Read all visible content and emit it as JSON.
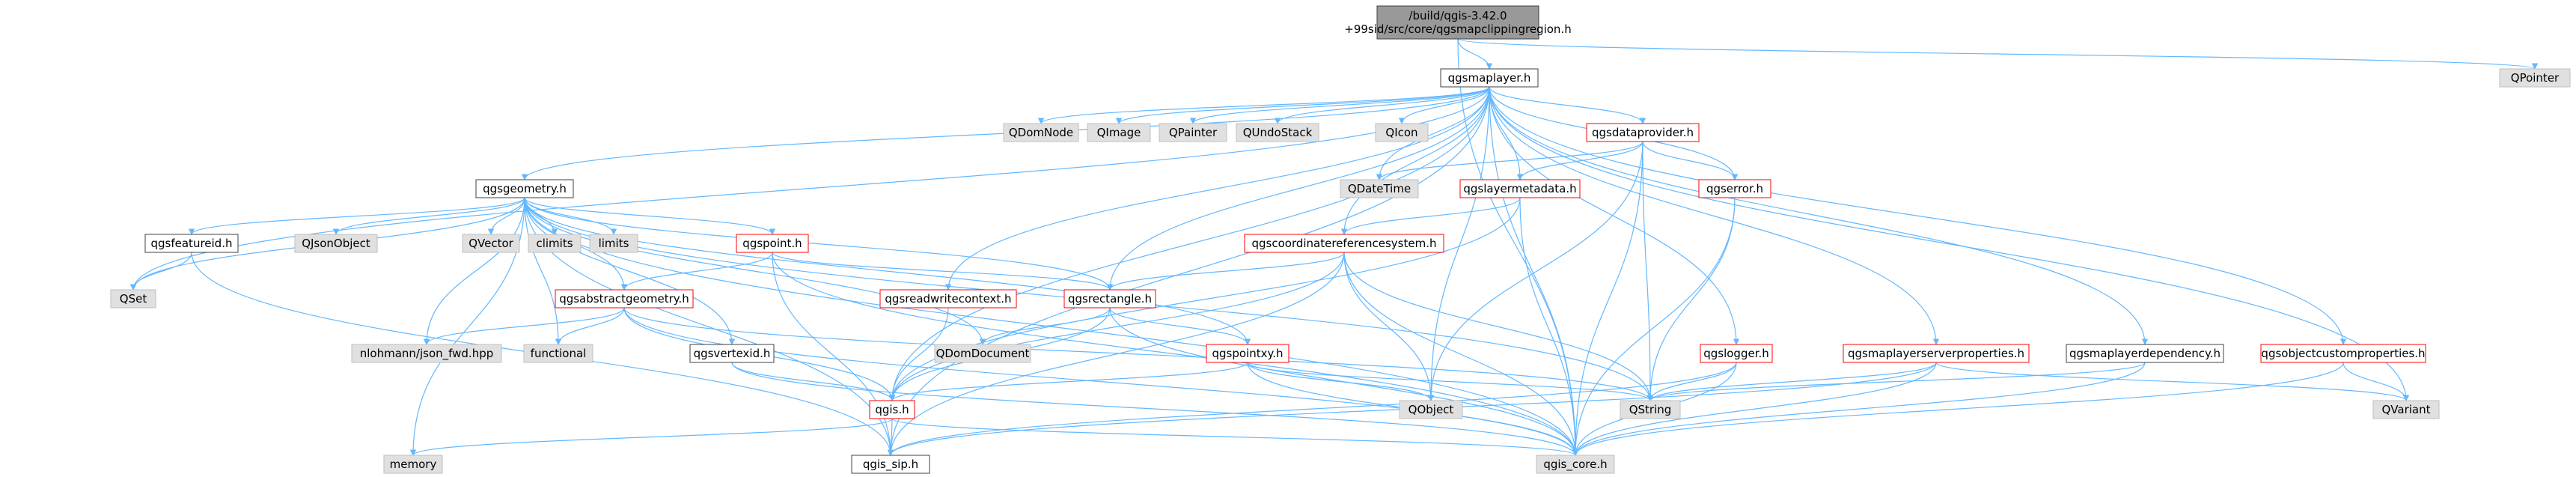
{
  "diagram": {
    "colors": {
      "edge": "#63b8ff",
      "edge_red": "#b22222",
      "edge_gray": "#b0b0b0",
      "node_fill_white": "#ffffff",
      "node_fill_gray": "#e0e0e0",
      "node_fill_root": "#999999",
      "border_black": "#404040",
      "border_red": "#ff0000",
      "border_gray": "#bfbfbf"
    },
    "nodes": [
      {
        "id": "root",
        "lines": [
          "/build/qgis-3.42.0",
          "+99sid/src/core/qgsmapclippingregion.h"
        ],
        "style": "root"
      },
      {
        "id": "qgsmaplayer",
        "lines": [
          "qgsmaplayer.h"
        ],
        "style": "white"
      },
      {
        "id": "QPointer",
        "lines": [
          "QPointer"
        ],
        "style": "gray"
      },
      {
        "id": "qgsgeometry",
        "lines": [
          "qgsgeometry.h"
        ],
        "style": "white"
      },
      {
        "id": "QDomNode",
        "lines": [
          "QDomNode"
        ],
        "style": "gray"
      },
      {
        "id": "QImage",
        "lines": [
          "QImage"
        ],
        "style": "gray"
      },
      {
        "id": "QPainter",
        "lines": [
          "QPainter"
        ],
        "style": "gray"
      },
      {
        "id": "QUndoStack",
        "lines": [
          "QUndoStack"
        ],
        "style": "gray"
      },
      {
        "id": "QIcon",
        "lines": [
          "QIcon"
        ],
        "style": "gray"
      },
      {
        "id": "qgsdataprovider",
        "lines": [
          "qgsdataprovider.h"
        ],
        "style": "red"
      },
      {
        "id": "QDateTime",
        "lines": [
          "QDateTime"
        ],
        "style": "gray"
      },
      {
        "id": "qgslayermetadata",
        "lines": [
          "qgslayermetadata.h"
        ],
        "style": "red"
      },
      {
        "id": "qgserror",
        "lines": [
          "qgserror.h"
        ],
        "style": "red"
      },
      {
        "id": "qgscrs",
        "lines": [
          "qgscoordinatereferencesystem.h"
        ],
        "style": "red"
      },
      {
        "id": "qgsfeatureid",
        "lines": [
          "qgsfeatureid.h"
        ],
        "style": "white"
      },
      {
        "id": "QJsonObject",
        "lines": [
          "QJsonObject"
        ],
        "style": "gray"
      },
      {
        "id": "QVector",
        "lines": [
          "QVector"
        ],
        "style": "gray"
      },
      {
        "id": "climits",
        "lines": [
          "climits"
        ],
        "style": "gray"
      },
      {
        "id": "limits",
        "lines": [
          "limits"
        ],
        "style": "gray"
      },
      {
        "id": "qgspoint",
        "lines": [
          "qgspoint.h"
        ],
        "style": "red"
      },
      {
        "id": "qgsreadwritecontext",
        "lines": [
          "qgsreadwritecontext.h"
        ],
        "style": "red"
      },
      {
        "id": "qgsrectangle",
        "lines": [
          "qgsrectangle.h"
        ],
        "style": "red"
      },
      {
        "id": "QSet",
        "lines": [
          "QSet"
        ],
        "style": "gray"
      },
      {
        "id": "qgsabstractgeometry",
        "lines": [
          "qgsabstractgeometry.h"
        ],
        "style": "red"
      },
      {
        "id": "nlohmann",
        "lines": [
          "nlohmann/json_fwd.hpp"
        ],
        "style": "gray"
      },
      {
        "id": "functional",
        "lines": [
          "functional"
        ],
        "style": "gray"
      },
      {
        "id": "qgsvertexid",
        "lines": [
          "qgsvertexid.h"
        ],
        "style": "white"
      },
      {
        "id": "QDomDocument",
        "lines": [
          "QDomDocument"
        ],
        "style": "gray"
      },
      {
        "id": "qgspointxy",
        "lines": [
          "qgspointxy.h"
        ],
        "style": "red"
      },
      {
        "id": "qgslogger",
        "lines": [
          "qgslogger.h"
        ],
        "style": "red"
      },
      {
        "id": "qgsmaplayerserverproperties",
        "lines": [
          "qgsmaplayerserverproperties.h"
        ],
        "style": "red"
      },
      {
        "id": "qgsmaplayerdependency",
        "lines": [
          "qgsmaplayerdependency.h"
        ],
        "style": "white"
      },
      {
        "id": "qgsobjectcustomproperties",
        "lines": [
          "qgsobjectcustomproperties.h"
        ],
        "style": "red"
      },
      {
        "id": "qgis",
        "lines": [
          "qgis.h"
        ],
        "style": "red"
      },
      {
        "id": "QObject",
        "lines": [
          "QObject"
        ],
        "style": "gray"
      },
      {
        "id": "QString",
        "lines": [
          "QString"
        ],
        "style": "gray"
      },
      {
        "id": "QVariant",
        "lines": [
          "QVariant"
        ],
        "style": "gray"
      },
      {
        "id": "memory",
        "lines": [
          "memory"
        ],
        "style": "gray"
      },
      {
        "id": "qgis_sip",
        "lines": [
          "qgis_sip.h"
        ],
        "style": "white"
      },
      {
        "id": "qgis_core",
        "lines": [
          "qgis_core.h"
        ],
        "style": "gray"
      }
    ],
    "edges": [
      [
        "root",
        "qgsmaplayer"
      ],
      [
        "root",
        "QPointer"
      ],
      [
        "root",
        "qgis_core"
      ],
      [
        "qgsmaplayer",
        "qgsgeometry"
      ],
      [
        "qgsmaplayer",
        "QDomNode"
      ],
      [
        "qgsmaplayer",
        "QImage"
      ],
      [
        "qgsmaplayer",
        "QPainter"
      ],
      [
        "qgsmaplayer",
        "QUndoStack"
      ],
      [
        "qgsmaplayer",
        "QIcon"
      ],
      [
        "qgsmaplayer",
        "qgsdataprovider"
      ],
      [
        "qgsmaplayer",
        "QDateTime"
      ],
      [
        "qgsmaplayer",
        "qgslayermetadata"
      ],
      [
        "qgsmaplayer",
        "qgserror"
      ],
      [
        "qgsmaplayer",
        "qgscrs"
      ],
      [
        "qgsmaplayer",
        "qgsreadwritecontext"
      ],
      [
        "qgsmaplayer",
        "qgsrectangle"
      ],
      [
        "qgsmaplayer",
        "QSet"
      ],
      [
        "qgsmaplayer",
        "qgslogger"
      ],
      [
        "qgsmaplayer",
        "qgsmaplayerserverproperties"
      ],
      [
        "qgsmaplayer",
        "qgsmaplayerdependency"
      ],
      [
        "qgsmaplayer",
        "qgsobjectcustomproperties"
      ],
      [
        "qgsmaplayer",
        "QObject"
      ],
      [
        "qgsmaplayer",
        "QVariant"
      ],
      [
        "qgsmaplayer",
        "qgis"
      ],
      [
        "qgsmaplayer",
        "qgis_sip"
      ],
      [
        "qgsmaplayer",
        "qgis_core"
      ],
      [
        "qgsgeometry",
        "qgsfeatureid"
      ],
      [
        "qgsgeometry",
        "QJsonObject"
      ],
      [
        "qgsgeometry",
        "QVector"
      ],
      [
        "qgsgeometry",
        "climits"
      ],
      [
        "qgsgeometry",
        "limits"
      ],
      [
        "qgsgeometry",
        "qgspoint"
      ],
      [
        "qgsgeometry",
        "QSet"
      ],
      [
        "qgsgeometry",
        "qgsabstractgeometry"
      ],
      [
        "qgsgeometry",
        "nlohmann"
      ],
      [
        "qgsgeometry",
        "functional"
      ],
      [
        "qgsgeometry",
        "qgsvertexid"
      ],
      [
        "qgsgeometry",
        "QDomDocument"
      ],
      [
        "qgsgeometry",
        "qgspointxy"
      ],
      [
        "qgsgeometry",
        "qgsrectangle"
      ],
      [
        "qgsgeometry",
        "QString"
      ],
      [
        "qgsgeometry",
        "memory"
      ],
      [
        "qgsgeometry",
        "qgis_sip"
      ],
      [
        "qgsgeometry",
        "qgis_core"
      ],
      [
        "qgsdataprovider",
        "QDateTime"
      ],
      [
        "qgsdataprovider",
        "qgslayermetadata"
      ],
      [
        "qgsdataprovider",
        "qgserror"
      ],
      [
        "qgsdataprovider",
        "QObject"
      ],
      [
        "qgsdataprovider",
        "QString"
      ],
      [
        "qgsdataprovider",
        "qgis_core"
      ],
      [
        "qgslayermetadata",
        "qgscrs"
      ],
      [
        "qgslayermetadata",
        "qgis"
      ],
      [
        "qgslayermetadata",
        "qgis_core"
      ],
      [
        "qgserror",
        "QString"
      ],
      [
        "qgserror",
        "qgis_core"
      ],
      [
        "qgscrs",
        "qgsrectangle"
      ],
      [
        "qgscrs",
        "QObject"
      ],
      [
        "qgscrs",
        "QString"
      ],
      [
        "qgscrs",
        "qgis"
      ],
      [
        "qgscrs",
        "qgis_sip"
      ],
      [
        "qgscrs",
        "qgis_core"
      ],
      [
        "qgsfeatureid",
        "QSet"
      ],
      [
        "qgsfeatureid",
        "qgis_sip"
      ],
      [
        "qgspoint",
        "qgsabstractgeometry"
      ],
      [
        "qgspoint",
        "qgsrectangle"
      ],
      [
        "qgspoint",
        "qgis_core"
      ],
      [
        "qgspoint",
        "qgis_sip"
      ],
      [
        "qgsreadwritecontext",
        "qgis"
      ],
      [
        "qgsrectangle",
        "QDomDocument"
      ],
      [
        "qgsrectangle",
        "qgspointxy"
      ],
      [
        "qgsrectangle",
        "qgis"
      ],
      [
        "qgsrectangle",
        "qgis_core"
      ],
      [
        "qgsabstractgeometry",
        "nlohmann"
      ],
      [
        "qgsabstractgeometry",
        "functional"
      ],
      [
        "qgsabstractgeometry",
        "QString"
      ],
      [
        "qgsabstractgeometry",
        "qgis"
      ],
      [
        "qgsabstractgeometry",
        "qgis_core"
      ],
      [
        "qgsvertexid",
        "qgis"
      ],
      [
        "qgsvertexid",
        "qgis_core"
      ],
      [
        "qgspointxy",
        "QObject"
      ],
      [
        "qgspointxy",
        "QString"
      ],
      [
        "qgspointxy",
        "qgis"
      ],
      [
        "qgspointxy",
        "qgis_core"
      ],
      [
        "qgslogger",
        "QString"
      ],
      [
        "qgslogger",
        "qgis_core"
      ],
      [
        "qgslogger",
        "qgis_sip"
      ],
      [
        "qgsmaplayerserverproperties",
        "QString"
      ],
      [
        "qgsmaplayerserverproperties",
        "QVariant"
      ],
      [
        "qgsmaplayerserverproperties",
        "qgis_core"
      ],
      [
        "qgsmaplayerserverproperties",
        "qgis_sip"
      ],
      [
        "qgsmaplayerdependency",
        "QString"
      ],
      [
        "qgsmaplayerdependency",
        "qgis_core"
      ],
      [
        "qgsobjectcustomproperties",
        "QVariant"
      ],
      [
        "qgsobjectcustomproperties",
        "qgis_core"
      ],
      [
        "qgis",
        "memory"
      ],
      [
        "qgis",
        "qgis_sip"
      ],
      [
        "qgis",
        "qgis_core"
      ]
    ]
  }
}
